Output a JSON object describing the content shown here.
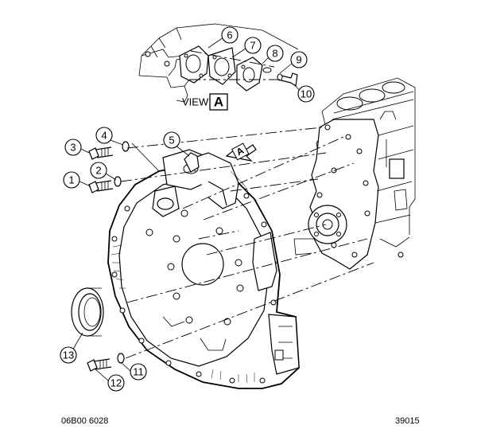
{
  "figure": {
    "view_label": "VIEW",
    "view_letter": "A",
    "arrow_letter": "A",
    "callouts": [
      "1",
      "2",
      "3",
      "4",
      "5",
      "6",
      "7",
      "8",
      "9",
      "10",
      "11",
      "12",
      "13"
    ],
    "code_left": "06B00 6028",
    "code_right": "39015"
  }
}
